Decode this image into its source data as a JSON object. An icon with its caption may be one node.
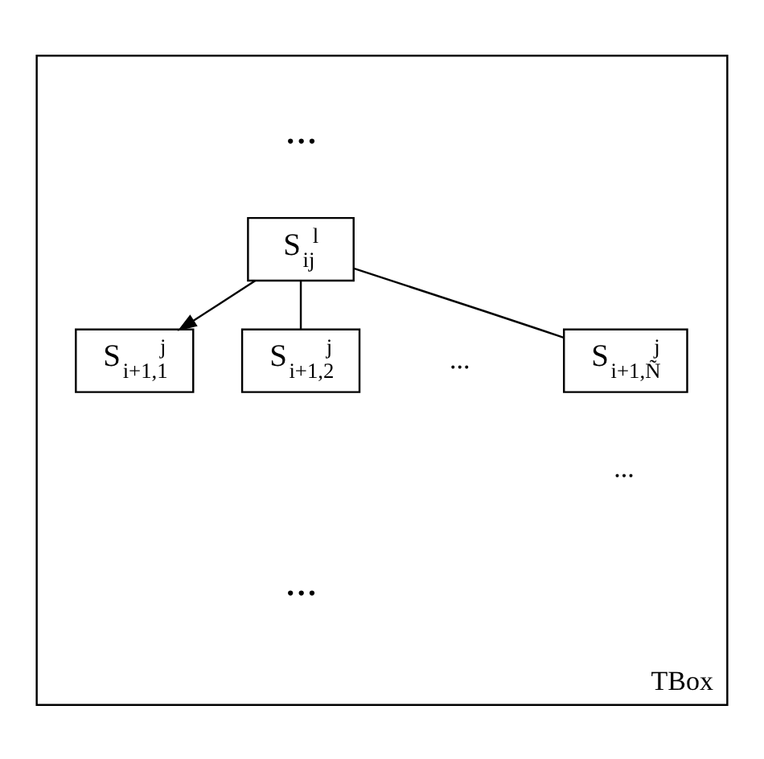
{
  "diagram": {
    "nodes": [
      {
        "text": [
          "TBox"
        ]
      },
      {
        "text": [
          "S$_{ij}$$^{l}$"
        ],
        "in": 0
      },
      {
        "text": [
          "S$_{i+1,1}$$^{j}$"
        ],
        "in": 0
      },
      {
        "text": [
          "S$_{i+1,2}$$^{j}$"
        ],
        "in": 0
      },
      {
        "text": [
          "S$_{i+1,Ñ}$$^{j}$"
        ],
        "in": 0
      }
    ],
    "edges": [
      {
        "from": 1,
        "to": 2,
        "arrow": "to"
      },
      {
        "from": 1,
        "to": 3,
        "arrow": "none"
      },
      {
        "from": 1,
        "to": 4,
        "arrow": "none"
      }
    ],
    "labels": [
      "...",
      "...",
      "...",
      "..."
    ]
  }
}
